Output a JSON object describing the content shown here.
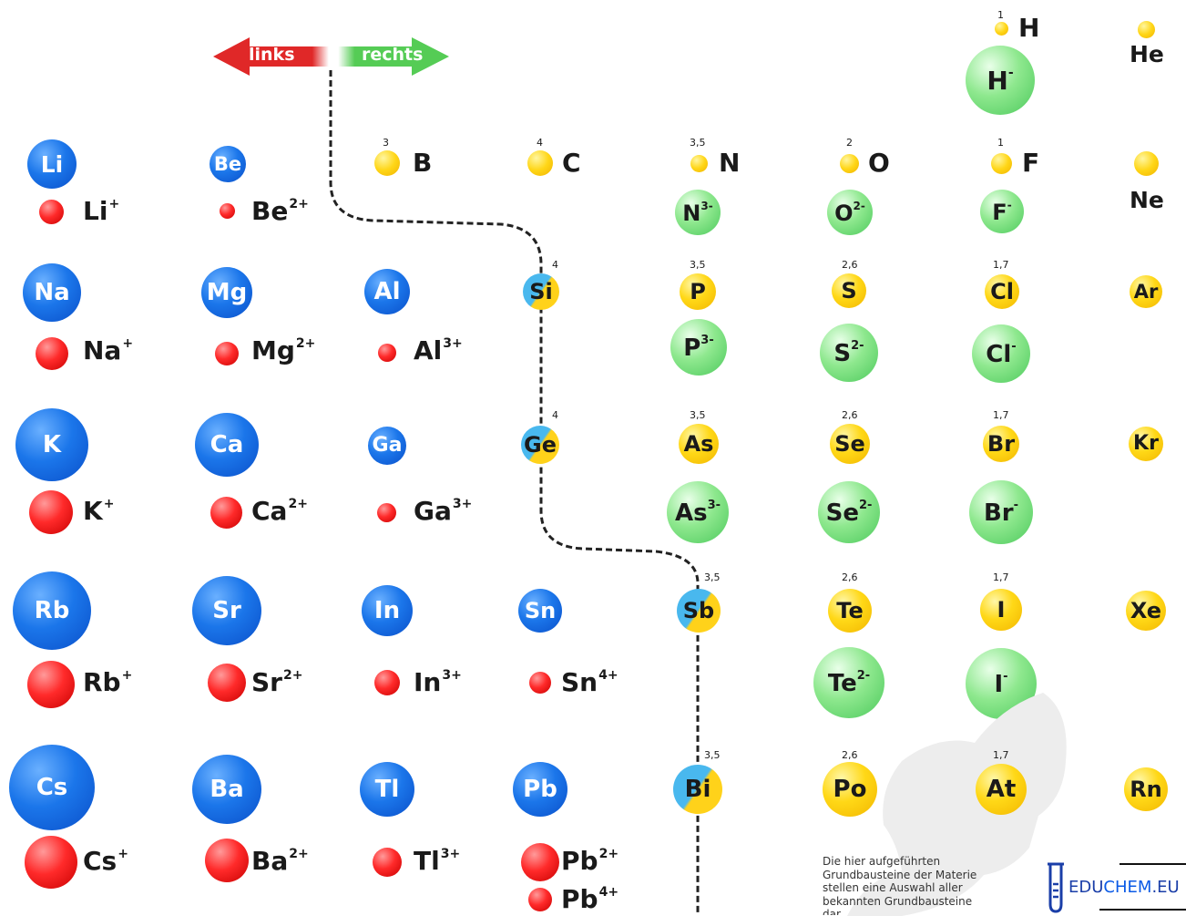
{
  "arrow": {
    "left_label": "links",
    "right_label": "rechts"
  },
  "colors": {
    "metal": "#1b76ea",
    "nonmetal": "#ffd817",
    "anion": "#8ee88e",
    "cation": "#ff2a2a",
    "arrow_left": "#e02828",
    "arrow_right": "#55cc55"
  },
  "labels": {
    "H_sym": "H",
    "H_en": "1",
    "He_sym": "He",
    "B_sym": "B",
    "B_val": "3",
    "C_sym": "C",
    "C_val": "4",
    "N_sym": "N",
    "N_val": "3,5",
    "O_sym": "O",
    "O_val": "2",
    "F_sym": "F",
    "F_val": "1",
    "Ne_sym": "Ne",
    "Si_val": "4",
    "P_val": "3,5",
    "S_val": "2,6",
    "Cl_val": "1,7",
    "Ge_val": "4",
    "As_val": "3,5",
    "Se_val": "2,6",
    "Br_val": "1,7",
    "Sb_val": "3,5",
    "Te_val": "2,6",
    "I_val": "1,7",
    "Bi_val": "3,5",
    "Po_val": "2,6",
    "At_val": "1,7"
  },
  "atoms": {
    "Li": "Li",
    "Be": "Be",
    "Na": "Na",
    "Mg": "Mg",
    "Al": "Al",
    "Si": "Si",
    "P": "P",
    "S": "S",
    "Cl": "Cl",
    "Ar": "Ar",
    "K": "K",
    "Ca": "Ca",
    "Ga": "Ga",
    "Ge": "Ge",
    "As": "As",
    "Se": "Se",
    "Br": "Br",
    "Kr": "Kr",
    "Rb": "Rb",
    "Sr": "Sr",
    "In": "In",
    "Sn": "Sn",
    "Sb": "Sb",
    "Te": "Te",
    "I": "I",
    "Xe": "Xe",
    "Cs": "Cs",
    "Ba": "Ba",
    "Tl": "Tl",
    "Pb": "Pb",
    "Bi": "Bi",
    "Po": "Po",
    "At": "At",
    "Rn": "Rn"
  },
  "anions": {
    "H": {
      "base": "H",
      "charge": "-"
    },
    "N": {
      "base": "N",
      "charge": "3-"
    },
    "O": {
      "base": "O",
      "charge": "2-"
    },
    "F": {
      "base": "F",
      "charge": "-"
    },
    "P": {
      "base": "P",
      "charge": "3-"
    },
    "S": {
      "base": "S",
      "charge": "2-"
    },
    "Cl": {
      "base": "Cl",
      "charge": "-"
    },
    "As": {
      "base": "As",
      "charge": "3-"
    },
    "Se": {
      "base": "Se",
      "charge": "2-"
    },
    "Br": {
      "base": "Br",
      "charge": "-"
    },
    "Te": {
      "base": "Te",
      "charge": "2-"
    },
    "I": {
      "base": "I",
      "charge": "-"
    }
  },
  "cations": {
    "Li": {
      "base": "Li",
      "charge": "+"
    },
    "Be": {
      "base": "Be",
      "charge": "2+"
    },
    "Na": {
      "base": "Na",
      "charge": "+"
    },
    "Mg": {
      "base": "Mg",
      "charge": "2+"
    },
    "Al": {
      "base": "Al",
      "charge": "3+"
    },
    "K": {
      "base": "K",
      "charge": "+"
    },
    "Ca": {
      "base": "Ca",
      "charge": "2+"
    },
    "Ga": {
      "base": "Ga",
      "charge": "3+"
    },
    "Rb": {
      "base": "Rb",
      "charge": "+"
    },
    "Sr": {
      "base": "Sr",
      "charge": "2+"
    },
    "In": {
      "base": "In",
      "charge": "3+"
    },
    "Sn": {
      "base": "Sn",
      "charge": "4+"
    },
    "Cs": {
      "base": "Cs",
      "charge": "+"
    },
    "Ba": {
      "base": "Ba",
      "charge": "2+"
    },
    "Tl": {
      "base": "Tl",
      "charge": "3+"
    },
    "Pb2": {
      "base": "Pb",
      "charge": "2+"
    },
    "Pb4": {
      "base": "Pb",
      "charge": "4+"
    }
  },
  "note": "Die hier aufgeführten Grundbausteine der Materie stellen eine Auswahl aller bekannten Grundbausteine dar.",
  "logo": {
    "edu": "EDU",
    "chem": "CHEM",
    "eu": ".EU"
  }
}
